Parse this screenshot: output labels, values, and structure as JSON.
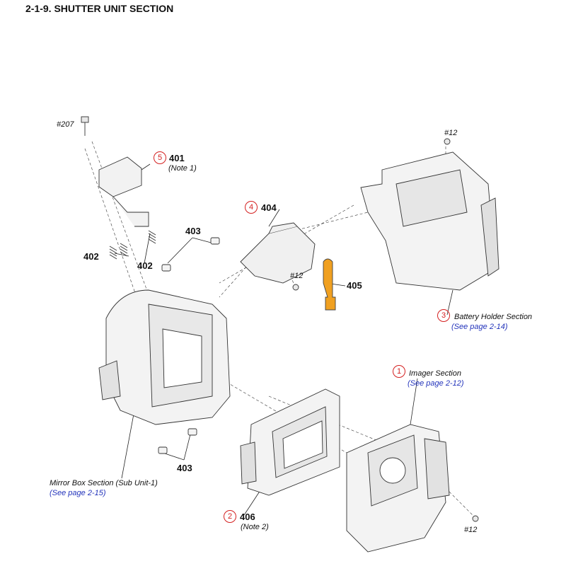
{
  "page_title": "2-1-9. SHUTTER UNIT SECTION",
  "parts": {
    "p401": {
      "circle": "5",
      "number": "401",
      "note": "(Note 1)"
    },
    "p402a": {
      "number": "402"
    },
    "p402b": {
      "number": "402"
    },
    "p403a": {
      "number": "403"
    },
    "p403b": {
      "number": "403"
    },
    "p404": {
      "circle": "4",
      "number": "404"
    },
    "p405": {
      "number": "405"
    },
    "p406": {
      "circle": "2",
      "number": "406",
      "note": "(Note 2)"
    }
  },
  "screws": {
    "s207": "#207",
    "s12_top": "#12",
    "s12_mid": "#12",
    "s12_bottom": "#12"
  },
  "sections": {
    "battery": {
      "circle": "3",
      "name": "Battery Holder Section",
      "ref": "(See page 2-14)"
    },
    "imager": {
      "circle": "1",
      "name": "Imager Section",
      "ref": "(See page 2-12)"
    },
    "mirror": {
      "name": "Mirror Box Section (Sub Unit-1)",
      "ref": "(See page 2-15)"
    }
  },
  "colors": {
    "highlight": "#f0a020",
    "circle": "#d42020",
    "ref": "#2233bb"
  }
}
